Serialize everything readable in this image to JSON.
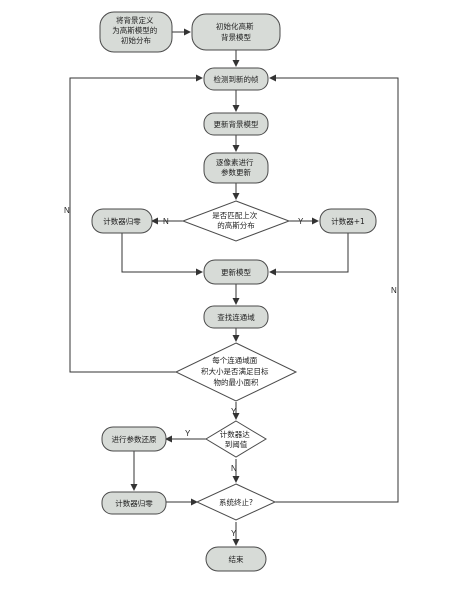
{
  "nodes": {
    "define_bg": {
      "lines": [
        "将背景定义",
        "为高斯模型的",
        "初始分布"
      ]
    },
    "init_model": {
      "lines": [
        "初始化高斯",
        "背景模型"
      ]
    },
    "detect_frame": {
      "lines": [
        "检测到新的帧"
      ]
    },
    "update_bg": {
      "lines": [
        "更新背景模型"
      ]
    },
    "pixel_param": {
      "lines": [
        "逐像素进行",
        "参数更新"
      ]
    },
    "match_gauss": {
      "lines": [
        "是否匹配上次",
        "的高斯分布"
      ]
    },
    "counter_reset_1": {
      "lines": [
        "计数器归零"
      ]
    },
    "counter_inc": {
      "lines": [
        "计数器+1"
      ]
    },
    "update_model": {
      "lines": [
        "更新模型"
      ]
    },
    "find_connected": {
      "lines": [
        "查找连通域"
      ]
    },
    "area_check": {
      "lines": [
        "每个连通域面",
        "积大小是否满足目标",
        "物的最小面积"
      ]
    },
    "threshold_check": {
      "lines": [
        "计数器达",
        "到阈值"
      ]
    },
    "param_restore": {
      "lines": [
        "进行参数还原"
      ]
    },
    "counter_reset_2": {
      "lines": [
        "计数器归零"
      ]
    },
    "system_end_check": {
      "lines": [
        "系统终止?"
      ]
    },
    "end": {
      "lines": [
        "结束"
      ]
    }
  },
  "edge_labels": {
    "match_no": "N",
    "match_yes": "Y",
    "area_no": "N",
    "area_yes": "Y",
    "threshold_yes": "Y",
    "threshold_no": "N",
    "system_no": "N",
    "system_yes": "Y"
  },
  "colors": {
    "node_fill": "#d7dbd7",
    "diamond_fill": "#ffffff",
    "stroke": "#4a4a4a",
    "arrow": "#333333"
  }
}
